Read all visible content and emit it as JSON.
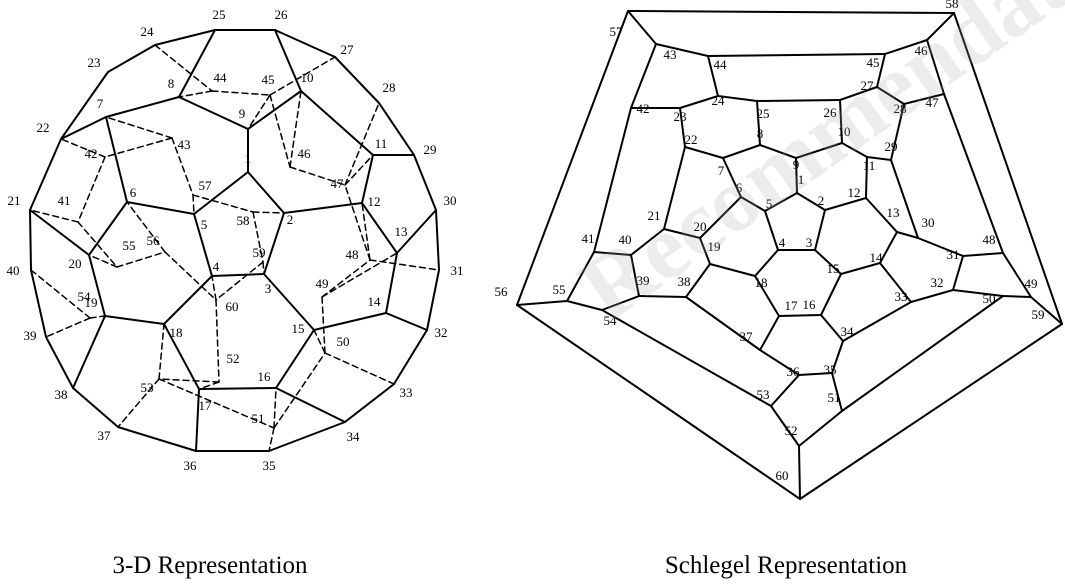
{
  "captions": {
    "left": "3-D Representation",
    "right": "Schlegel Representation"
  },
  "watermark": "Recommendation",
  "diagrams": {
    "left": {
      "solid_edges": [
        [
          25,
          26
        ],
        [
          26,
          27
        ],
        [
          27,
          28
        ],
        [
          28,
          29
        ],
        [
          29,
          30
        ],
        [
          30,
          31
        ],
        [
          31,
          32
        ],
        [
          32,
          33
        ],
        [
          33,
          34
        ],
        [
          34,
          35
        ],
        [
          35,
          36
        ],
        [
          36,
          37
        ],
        [
          37,
          38
        ],
        [
          38,
          39
        ],
        [
          39,
          40
        ],
        [
          40,
          21
        ],
        [
          21,
          22
        ],
        [
          22,
          23
        ],
        [
          23,
          24
        ],
        [
          24,
          25
        ],
        [
          1,
          2
        ],
        [
          2,
          3
        ],
        [
          3,
          4
        ],
        [
          4,
          5
        ],
        [
          5,
          1
        ],
        [
          1,
          9
        ],
        [
          9,
          8
        ],
        [
          8,
          7
        ],
        [
          7,
          6
        ],
        [
          6,
          5
        ],
        [
          9,
          10
        ],
        [
          10,
          11
        ],
        [
          11,
          12
        ],
        [
          12,
          2
        ],
        [
          12,
          13
        ],
        [
          13,
          14
        ],
        [
          14,
          15
        ],
        [
          15,
          3
        ],
        [
          4,
          18
        ],
        [
          18,
          19
        ],
        [
          19,
          20
        ],
        [
          20,
          6
        ],
        [
          15,
          16
        ],
        [
          16,
          17
        ],
        [
          17,
          18
        ],
        [
          25,
          8
        ],
        [
          26,
          10
        ],
        [
          29,
          11
        ],
        [
          30,
          13
        ],
        [
          32,
          14
        ],
        [
          34,
          16
        ],
        [
          36,
          17
        ],
        [
          38,
          19
        ],
        [
          21,
          20
        ],
        [
          22,
          7
        ]
      ],
      "dashed_edges": [
        [
          24,
          44
        ],
        [
          44,
          45
        ],
        [
          45,
          27
        ],
        [
          44,
          8
        ],
        [
          45,
          9
        ],
        [
          45,
          46
        ],
        [
          46,
          47
        ],
        [
          47,
          28
        ],
        [
          47,
          11
        ],
        [
          46,
          10
        ],
        [
          43,
          7
        ],
        [
          43,
          57
        ],
        [
          57,
          58
        ],
        [
          58,
          2
        ],
        [
          57,
          5
        ],
        [
          43,
          42
        ],
        [
          42,
          41
        ],
        [
          41,
          21
        ],
        [
          42,
          22
        ],
        [
          41,
          55
        ],
        [
          55,
          56
        ],
        [
          56,
          60
        ],
        [
          55,
          20
        ],
        [
          56,
          6
        ],
        [
          58,
          59
        ],
        [
          59,
          3
        ],
        [
          59,
          60
        ],
        [
          60,
          4
        ],
        [
          60,
          52
        ],
        [
          52,
          53
        ],
        [
          53,
          51
        ],
        [
          52,
          17
        ],
        [
          53,
          18
        ],
        [
          51,
          16
        ],
        [
          51,
          35
        ],
        [
          51,
          50
        ],
        [
          50,
          49
        ],
        [
          49,
          48
        ],
        [
          48,
          47
        ],
        [
          48,
          12
        ],
        [
          49,
          13
        ],
        [
          50,
          15
        ],
        [
          48,
          31
        ],
        [
          50,
          33
        ],
        [
          54,
          40
        ],
        [
          54,
          39
        ],
        [
          54,
          19
        ],
        [
          53,
          37
        ]
      ],
      "labels": [
        "1",
        "2",
        "3",
        "4",
        "5",
        "6",
        "7",
        "8",
        "9",
        "10",
        "11",
        "12",
        "13",
        "14",
        "15",
        "16",
        "17",
        "18",
        "19",
        "20",
        "21",
        "22",
        "23",
        "24",
        "25",
        "26",
        "27",
        "28",
        "29",
        "30",
        "31",
        "32",
        "33",
        "34",
        "35",
        "36",
        "37",
        "38",
        "39",
        "40",
        "41",
        "42",
        "43",
        "44",
        "45",
        "46",
        "47",
        "48",
        "49",
        "50",
        "51",
        "52",
        "53",
        "54",
        "55",
        "56",
        "57",
        "58",
        "59",
        "60"
      ]
    },
    "right": {
      "edges": [
        [
          57,
          58
        ],
        [
          58,
          59
        ],
        [
          59,
          60
        ],
        [
          60,
          56
        ],
        [
          56,
          57
        ],
        [
          57,
          43
        ],
        [
          58,
          46
        ],
        [
          59,
          49
        ],
        [
          60,
          52
        ],
        [
          56,
          55
        ],
        [
          43,
          44
        ],
        [
          44,
          45
        ],
        [
          45,
          46
        ],
        [
          46,
          47
        ],
        [
          47,
          48
        ],
        [
          48,
          49
        ],
        [
          49,
          50
        ],
        [
          50,
          51
        ],
        [
          51,
          52
        ],
        [
          52,
          53
        ],
        [
          53,
          54
        ],
        [
          54,
          55
        ],
        [
          55,
          41
        ],
        [
          41,
          42
        ],
        [
          42,
          43
        ],
        [
          44,
          24
        ],
        [
          45,
          27
        ],
        [
          47,
          28
        ],
        [
          48,
          31
        ],
        [
          50,
          32
        ],
        [
          51,
          35
        ],
        [
          53,
          36
        ],
        [
          54,
          39
        ],
        [
          41,
          40
        ],
        [
          42,
          23
        ],
        [
          24,
          25
        ],
        [
          25,
          26
        ],
        [
          26,
          27
        ],
        [
          27,
          28
        ],
        [
          28,
          29
        ],
        [
          29,
          30
        ],
        [
          30,
          31
        ],
        [
          31,
          32
        ],
        [
          32,
          33
        ],
        [
          33,
          34
        ],
        [
          34,
          35
        ],
        [
          35,
          36
        ],
        [
          36,
          37
        ],
        [
          37,
          38
        ],
        [
          38,
          39
        ],
        [
          39,
          40
        ],
        [
          40,
          21
        ],
        [
          21,
          22
        ],
        [
          22,
          23
        ],
        [
          23,
          24
        ],
        [
          25,
          8
        ],
        [
          26,
          10
        ],
        [
          29,
          11
        ],
        [
          30,
          13
        ],
        [
          33,
          14
        ],
        [
          34,
          16
        ],
        [
          37,
          17
        ],
        [
          38,
          19
        ],
        [
          21,
          20
        ],
        [
          22,
          7
        ],
        [
          1,
          2
        ],
        [
          2,
          3
        ],
        [
          3,
          4
        ],
        [
          4,
          5
        ],
        [
          5,
          1
        ],
        [
          1,
          9
        ],
        [
          9,
          8
        ],
        [
          8,
          7
        ],
        [
          7,
          6
        ],
        [
          6,
          5
        ],
        [
          9,
          10
        ],
        [
          10,
          11
        ],
        [
          11,
          12
        ],
        [
          12,
          2
        ],
        [
          12,
          13
        ],
        [
          13,
          14
        ],
        [
          14,
          15
        ],
        [
          15,
          3
        ],
        [
          15,
          16
        ],
        [
          16,
          17
        ],
        [
          17,
          18
        ],
        [
          18,
          4
        ],
        [
          18,
          19
        ],
        [
          19,
          20
        ],
        [
          20,
          6
        ]
      ],
      "labels": [
        "1",
        "2",
        "3",
        "4",
        "5",
        "6",
        "7",
        "8",
        "9",
        "10",
        "11",
        "12",
        "13",
        "14",
        "15",
        "16",
        "17",
        "18",
        "19",
        "20",
        "21",
        "22",
        "23",
        "24",
        "25",
        "26",
        "27",
        "28",
        "29",
        "30",
        "31",
        "32",
        "33",
        "34",
        "35",
        "36",
        "37",
        "38",
        "39",
        "40",
        "41",
        "42",
        "43",
        "44",
        "45",
        "46",
        "47",
        "48",
        "49",
        "50",
        "51",
        "52",
        "53",
        "54",
        "55",
        "56",
        "57",
        "58",
        "59",
        "60"
      ]
    }
  }
}
